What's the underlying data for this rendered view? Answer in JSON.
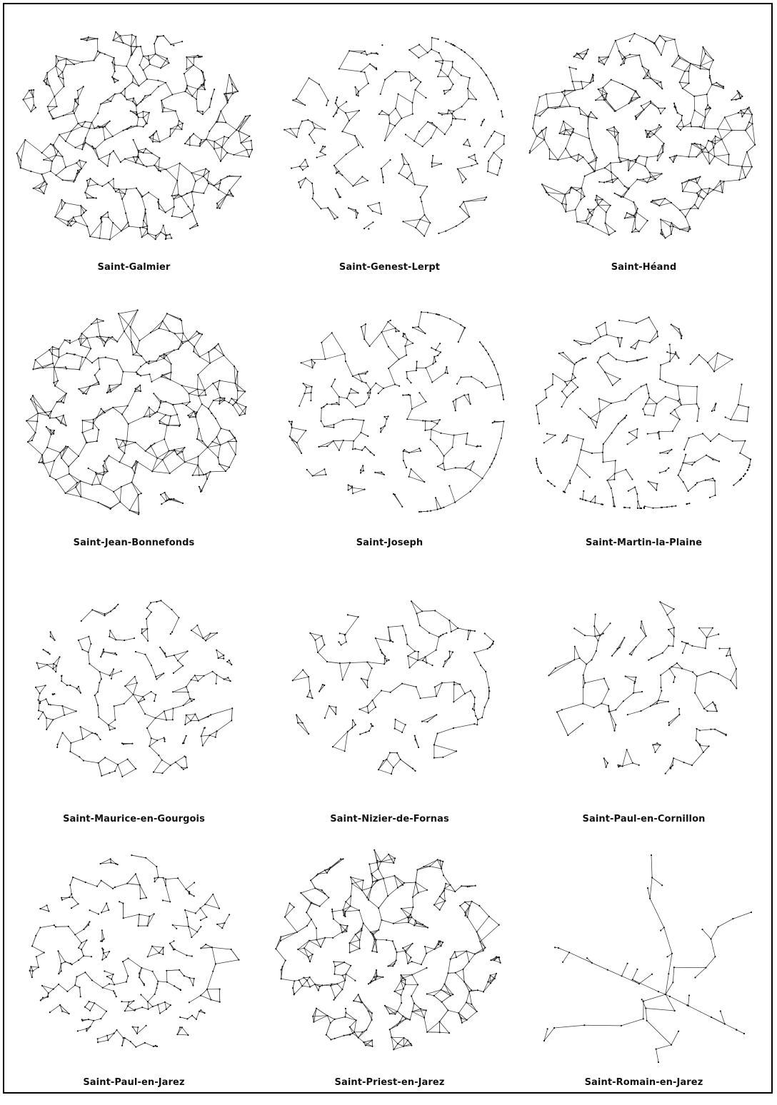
{
  "figure": {
    "colors": {
      "edge": "#3a3a3a",
      "node": "#111111",
      "border": "#000000",
      "background": "#ffffff"
    },
    "panels": [
      {
        "name": "Saint-Galmier",
        "shape": "dense-blob",
        "density": 1.0,
        "seed": 11
      },
      {
        "name": "Saint-Genest-Lerpt",
        "shape": "loose-blob-arc",
        "density": 0.55,
        "seed": 23
      },
      {
        "name": "Saint-Héand",
        "shape": "dense-blob",
        "density": 0.85,
        "seed": 37
      },
      {
        "name": "Saint-Jean-Bonnefonds",
        "shape": "dense-blob",
        "density": 0.8,
        "seed": 41
      },
      {
        "name": "Saint-Joseph",
        "shape": "loose-blob-arc",
        "density": 0.55,
        "seed": 53
      },
      {
        "name": "Saint-Martin-la-Plaine",
        "shape": "blob-with-arc",
        "density": 0.6,
        "seed": 67
      },
      {
        "name": "Saint-Maurice-en-Gourgois",
        "shape": "mesh",
        "density": 0.5,
        "seed": 71
      },
      {
        "name": "Saint-Nizier-de-Fornas",
        "shape": "tree-loop",
        "density": 0.35,
        "seed": 83
      },
      {
        "name": "Saint-Paul-en-Cornillon",
        "shape": "sparse-mesh",
        "density": 0.28,
        "seed": 97
      },
      {
        "name": "Saint-Paul-en-Jarez",
        "shape": "mesh",
        "density": 0.6,
        "seed": 101
      },
      {
        "name": "Saint-Priest-en-Jarez",
        "shape": "dense-blob",
        "density": 0.8,
        "seed": 113
      },
      {
        "name": "Saint-Romain-en-Jarez",
        "shape": "tree",
        "density": 0.15,
        "seed": 127
      }
    ]
  }
}
